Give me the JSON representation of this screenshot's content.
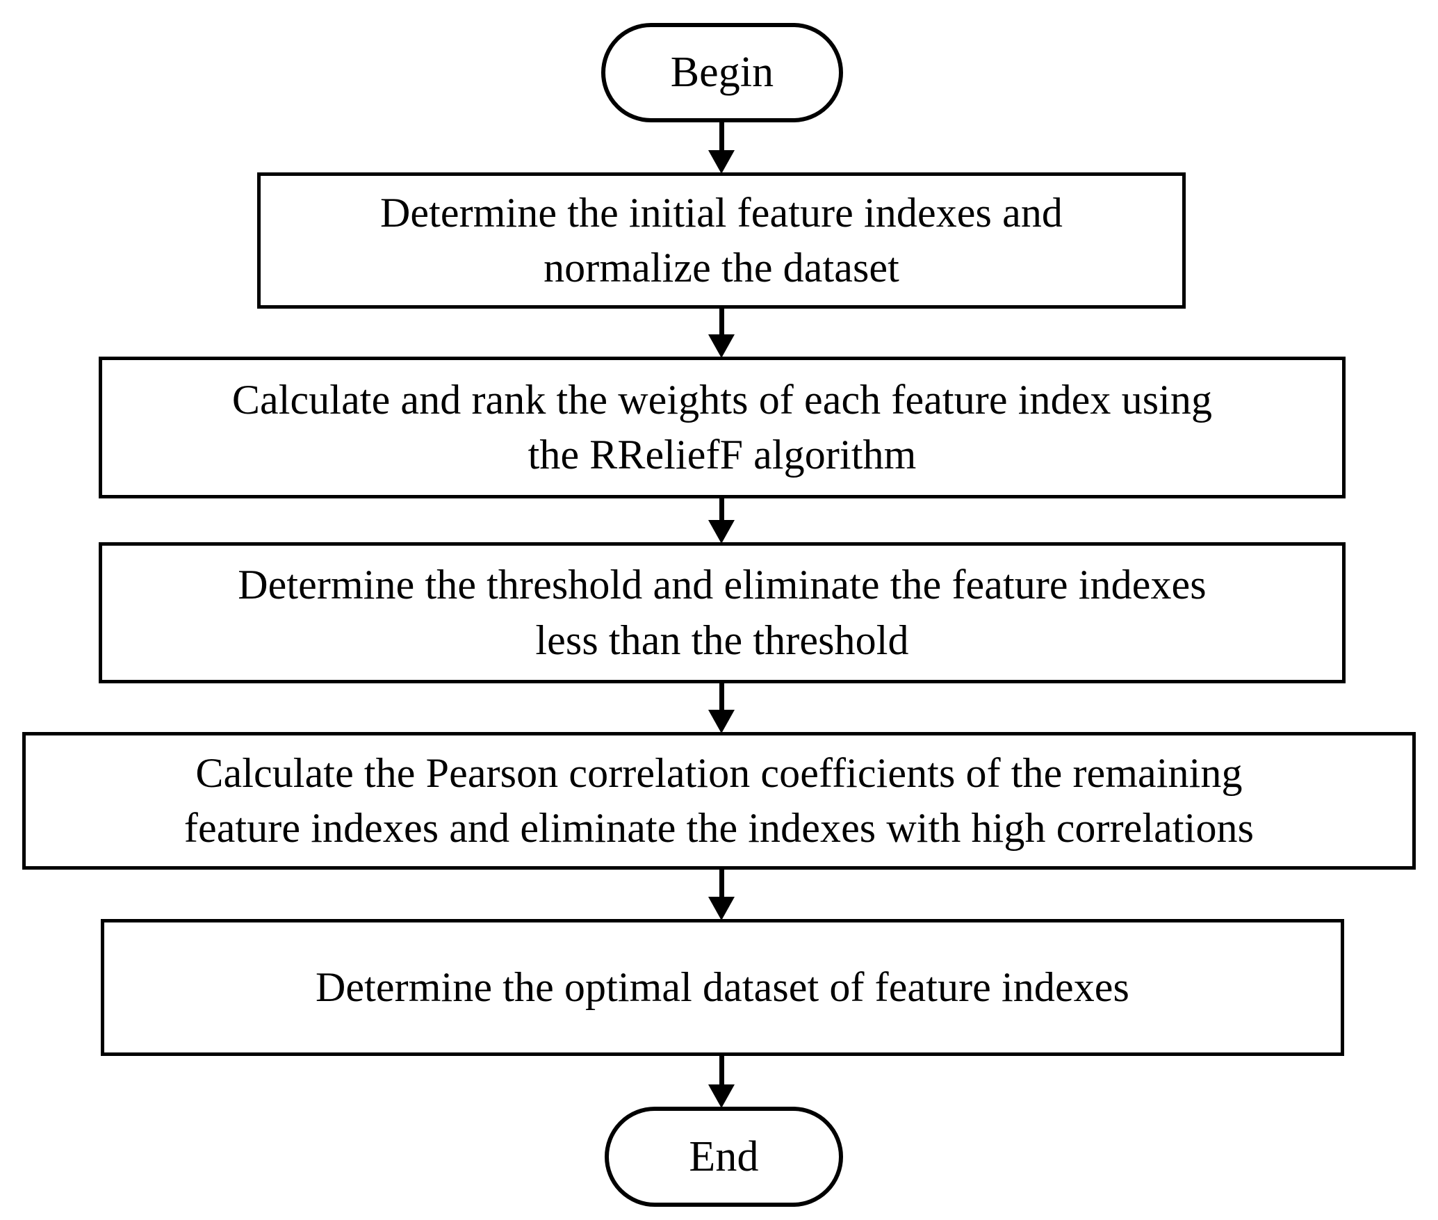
{
  "diagram": {
    "type": "flowchart",
    "orientation": "vertical",
    "background_color": "#ffffff",
    "stroke_color": "#000000",
    "text_color": "#000000",
    "nodes": [
      {
        "id": "begin",
        "shape": "terminator",
        "label": "Begin"
      },
      {
        "id": "step1",
        "shape": "process",
        "label": "Determine the initial feature indexes and\nnormalize the dataset"
      },
      {
        "id": "step2",
        "shape": "process",
        "label": "Calculate and rank the weights of each feature index using\nthe RReliefF algorithm"
      },
      {
        "id": "step3",
        "shape": "process",
        "label": "Determine the threshold and eliminate the feature indexes\nless than the threshold"
      },
      {
        "id": "step4",
        "shape": "process",
        "label": "Calculate the Pearson correlation coefficients of the remaining\nfeature indexes  and eliminate the indexes with high correlations"
      },
      {
        "id": "step5",
        "shape": "process",
        "label": "Determine the optimal dataset of feature indexes"
      },
      {
        "id": "end",
        "shape": "terminator",
        "label": "End"
      }
    ],
    "edges": [
      {
        "id": "edge-1",
        "from": "begin",
        "to": "step1",
        "arrow": "down"
      },
      {
        "id": "edge-2",
        "from": "step1",
        "to": "step2",
        "arrow": "down"
      },
      {
        "id": "edge-3",
        "from": "step2",
        "to": "step3",
        "arrow": "down"
      },
      {
        "id": "edge-4",
        "from": "step3",
        "to": "step4",
        "arrow": "down"
      },
      {
        "id": "edge-5",
        "from": "step4",
        "to": "step5",
        "arrow": "down"
      },
      {
        "id": "edge-6",
        "from": "step5",
        "to": "end",
        "arrow": "down"
      }
    ]
  }
}
